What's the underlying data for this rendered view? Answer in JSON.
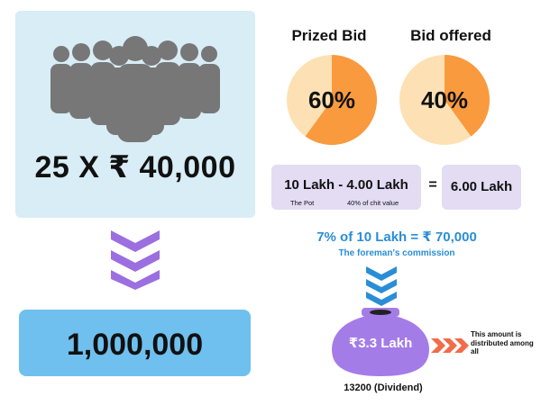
{
  "group": {
    "members_text": "25 X ₹ 40,000",
    "icon": "people-group-icon"
  },
  "total": {
    "value_text": "1,000,000"
  },
  "pies": {
    "prized": {
      "title": "Prized Bid",
      "label": "60%",
      "percent": 60,
      "color": "#f99a3f",
      "bg": "#fde1b4"
    },
    "offered": {
      "title": "Bid offered",
      "label": "40%",
      "percent": 40,
      "color": "#f99a3f",
      "bg": "#fde1b4"
    }
  },
  "calc": {
    "expression": "10 Lakh - 4.00 Lakh",
    "left_sub": "The Pot",
    "right_sub": "40% of chit value",
    "equals": "=",
    "result": "6.00 Lakh"
  },
  "commission": {
    "text": "7% of 10 Lakh = ₹ 70,000",
    "label": "The foreman's commission"
  },
  "pot": {
    "amount": "₹3.3 Lakh",
    "dividend": "13200 (Dividend)",
    "note": "This amount is distributed among all"
  },
  "colors": {
    "card_bg": "#d8edf5",
    "people": "#777777",
    "chevron_purple": "#9b6fe0",
    "total_bg": "#6fc0ee",
    "calc_bg": "#e3dcf3",
    "accent_blue": "#2a8ed6",
    "pot_purple": "#a47ce8",
    "arrow_orange": "#f26b4a"
  },
  "icons": [
    "people-group-icon",
    "chevron-down-icon",
    "pot-icon",
    "arrow-right-icon"
  ]
}
